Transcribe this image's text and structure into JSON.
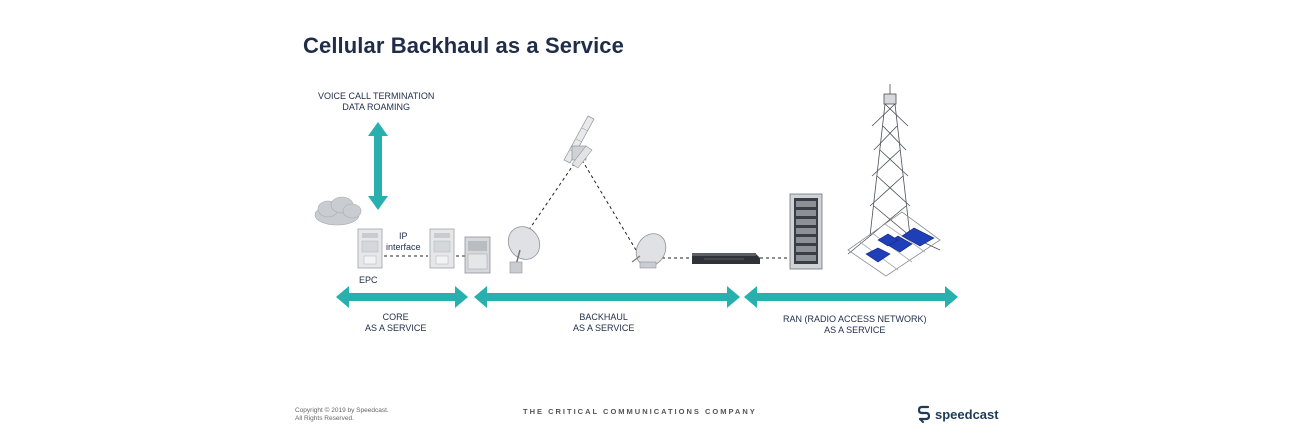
{
  "title": "Cellular Backhaul as a Service",
  "top_label": {
    "line1": "VOICE CALL TERMINATION",
    "line2": "DATA ROAMING"
  },
  "ip_label": {
    "line1": "IP",
    "line2": "interface"
  },
  "epc_label": "EPC",
  "segments": [
    {
      "line1": "CORE",
      "line2": "AS A SERVICE"
    },
    {
      "line1": "BACKHAUL",
      "line2": "AS A SERVICE"
    },
    {
      "line1": "RAN (RADIO ACCESS NETWORK)",
      "line2": "AS A SERVICE"
    }
  ],
  "footer": {
    "copyright": "Copyright © 2019 by Speedcast.",
    "rights": "All Rights Reserved.",
    "tagline": "THE CRITICAL COMMUNICATIONS COMPANY",
    "brand": "speedcast"
  },
  "colors": {
    "arrow": "#27b0ad",
    "title": "#1f2d4a",
    "tower_panel": "#1f3fb8",
    "brand": "#1f3a5a"
  }
}
